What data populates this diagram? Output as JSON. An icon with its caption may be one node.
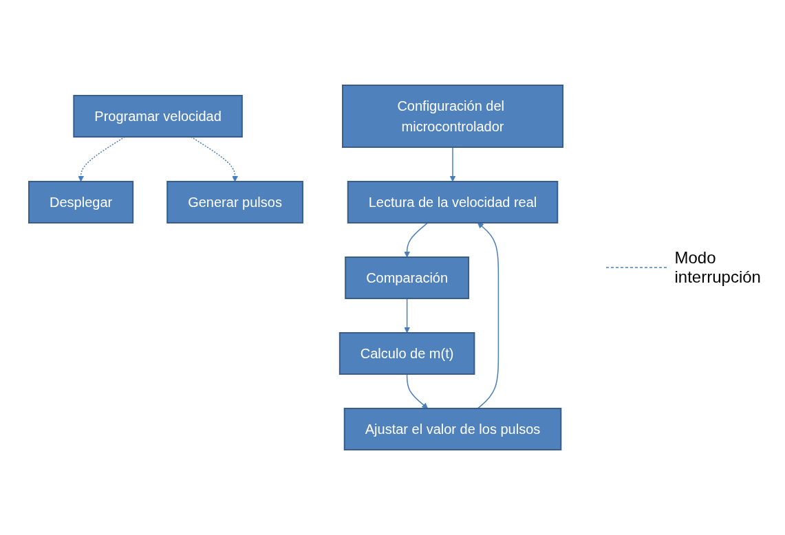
{
  "diagram": {
    "nodes": [
      {
        "text": [
          "Programar velocidad"
        ]
      },
      {
        "text": [
          "Configuración del microcontrolador"
        ]
      },
      {
        "text": [
          "Desplegar"
        ]
      },
      {
        "text": [
          "Lectura de la velocidad real"
        ]
      },
      {
        "text": [
          "Generar pulsos"
        ]
      },
      {
        "text": [
          "Comparación"
        ]
      },
      {
        "text": [
          "Calculo de m(t)"
        ]
      },
      {
        "text": [
          "Ajustar el valor de los pulsos"
        ]
      }
    ],
    "edges": [
      {
        "from": 1,
        "to": 3,
        "arrow": "to"
      },
      {
        "from": 0,
        "to": 2,
        "arrow": "to",
        "style": "dashed"
      },
      {
        "from": 0,
        "to": 4,
        "arrow": "to",
        "style": "dashed"
      },
      {
        "from": 3,
        "to": 5,
        "arrow": "to"
      },
      {
        "from": 5,
        "to": 6,
        "arrow": "to"
      },
      {
        "from": 6,
        "to": 7,
        "arrow": "to"
      },
      {
        "from": 7,
        "to": 3,
        "arrow": "to"
      }
    ],
    "legend": [
      {
        "text": "Modo interrupción"
      }
    ]
  }
}
